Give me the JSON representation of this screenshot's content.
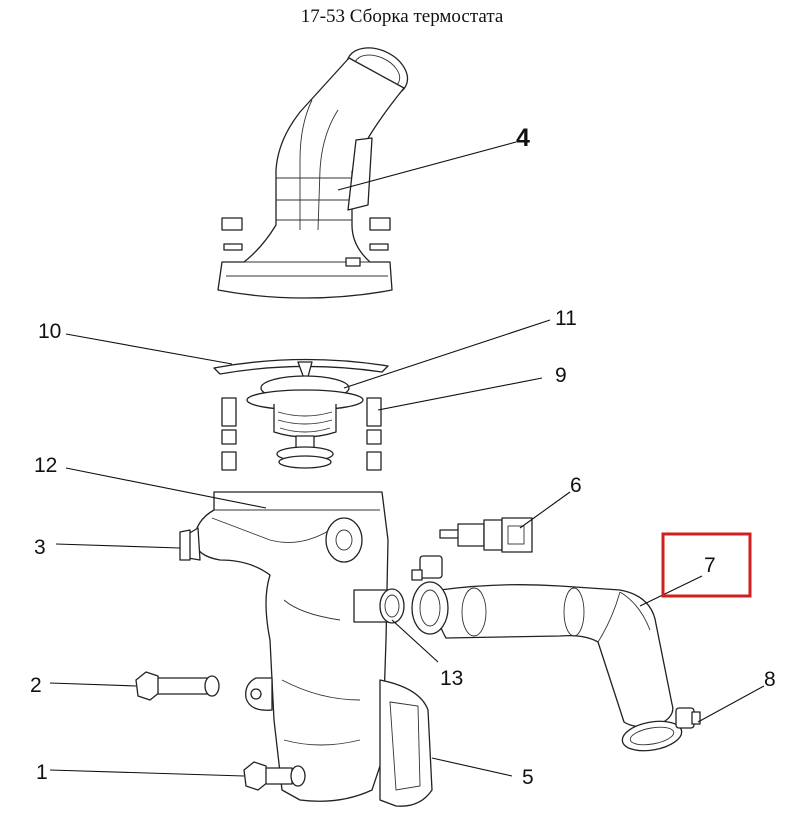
{
  "title": "17-53 Сборка термостата",
  "highlight_color": "#d11f1f",
  "callouts": [
    {
      "id": "1",
      "label": "1"
    },
    {
      "id": "2",
      "label": "2"
    },
    {
      "id": "3",
      "label": "3"
    },
    {
      "id": "4",
      "label": "4"
    },
    {
      "id": "5",
      "label": "5"
    },
    {
      "id": "6",
      "label": "6"
    },
    {
      "id": "7",
      "label": "7",
      "highlighted": true
    },
    {
      "id": "8",
      "label": "8"
    },
    {
      "id": "9",
      "label": "9"
    },
    {
      "id": "10",
      "label": "10"
    },
    {
      "id": "11",
      "label": "11"
    },
    {
      "id": "12",
      "label": "12"
    },
    {
      "id": "13",
      "label": "13"
    }
  ]
}
